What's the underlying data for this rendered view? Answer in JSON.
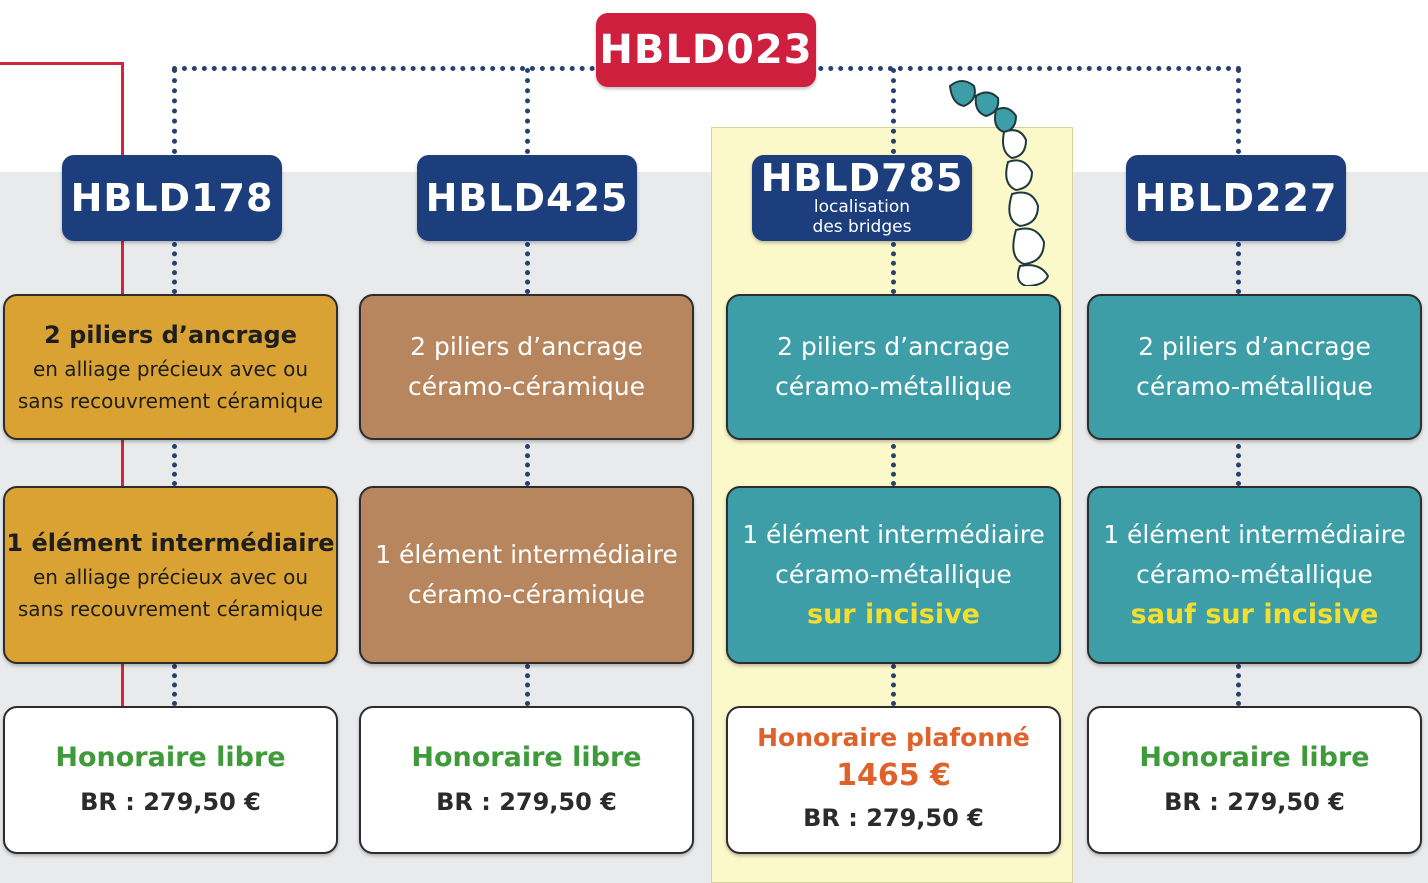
{
  "top": {
    "code": "HBLD023"
  },
  "columns": [
    {
      "code": "HBLD178",
      "sublabel": "",
      "piliers": {
        "line1": "2 piliers d’ancrage",
        "line2": "en alliage précieux avec ou",
        "line3": "sans recouvrement céramique"
      },
      "element": {
        "line1": "1 élément intermédiaire",
        "line2": "en alliage précieux avec ou",
        "line3": "sans recouvrement céramique"
      },
      "fee": {
        "label": "Honoraire libre",
        "br": "BR : 279,50 €"
      }
    },
    {
      "code": "HBLD425",
      "sublabel": "",
      "piliers": {
        "line1": "2 piliers d’ancrage",
        "line2": "céramo-céramique"
      },
      "element": {
        "line1": "1 élément intermédiaire",
        "line2": "céramo-céramique"
      },
      "fee": {
        "label": "Honoraire libre",
        "br": "BR : 279,50 €"
      }
    },
    {
      "code": "HBLD785",
      "sublabel": "localisation des bridges",
      "piliers": {
        "line1": "2 piliers d’ancrage",
        "line2": "céramo-métallique"
      },
      "element": {
        "line1": "1 élément intermédiaire",
        "line2": "céramo-métallique",
        "highlight": "sur incisive"
      },
      "fee": {
        "label": "Honoraire plafonné",
        "amount": "1465 €",
        "br": "BR : 279,50 €"
      }
    },
    {
      "code": "HBLD227",
      "sublabel": "",
      "piliers": {
        "line1": "2 piliers d’ancrage",
        "line2": "céramo-métallique"
      },
      "element": {
        "line1": "1 élément intermédiaire",
        "line2": "céramo-métallique",
        "highlight": "sauf sur incisive"
      },
      "fee": {
        "label": "Honoraire libre",
        "br": "BR : 279,50 €"
      }
    }
  ],
  "colors": {
    "red": "#cf1f3f",
    "navy": "#1c3e7c",
    "gold": "#d9a233",
    "brown": "#b7865e",
    "teal": "#3d9ea8",
    "green": "#3f9a39",
    "orange": "#e0622b",
    "yellow": "#f5de2d"
  },
  "icons": {
    "teeth": "teeth-arch-illustration"
  }
}
